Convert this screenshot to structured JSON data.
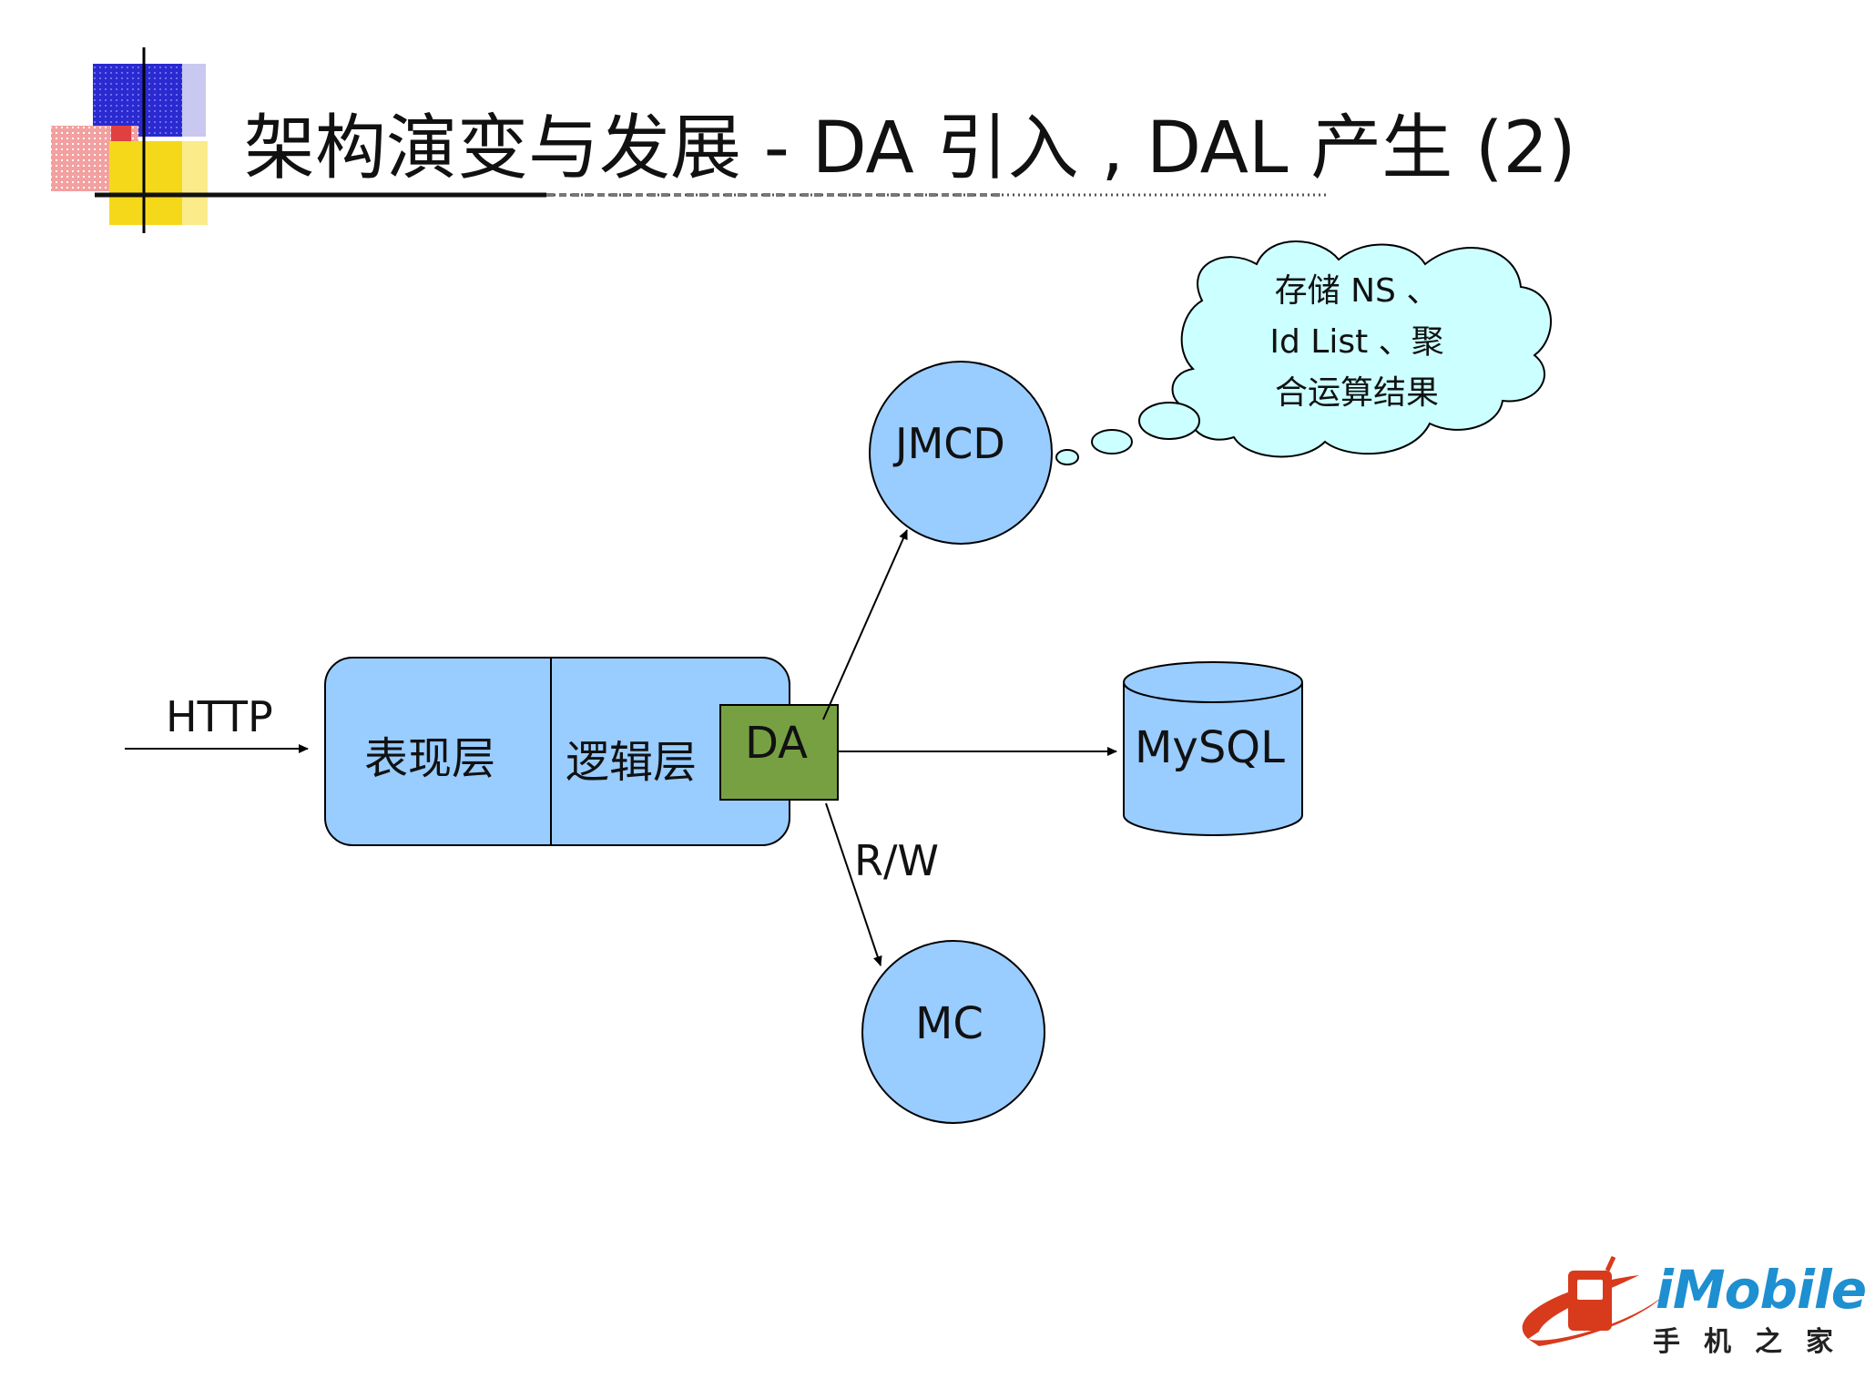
{
  "slide": {
    "title": "架构演变与发展  - DA 引入 , DAL 产生 (2)"
  },
  "diagram": {
    "http_label": "HTTP",
    "presentation_layer": "表现层",
    "logic_layer": "逻辑层",
    "da_label": "DA",
    "jmcd_label": "JMCD",
    "mysql_label": "MySQL",
    "mc_label": "MC",
    "rw_label": "R/W",
    "cloud_lines": [
      "存储 NS 、",
      "Id List 、聚",
      "合运算结果"
    ]
  },
  "logo": {
    "brand": "iMobile",
    "subtitle": "手机之家"
  },
  "colors": {
    "node_fill": "#99ccff",
    "da_fill": "#77a043",
    "cloud_fill": "#ccffff",
    "logo_blue": "#1e8fd0",
    "logo_red": "#d83a1c"
  }
}
